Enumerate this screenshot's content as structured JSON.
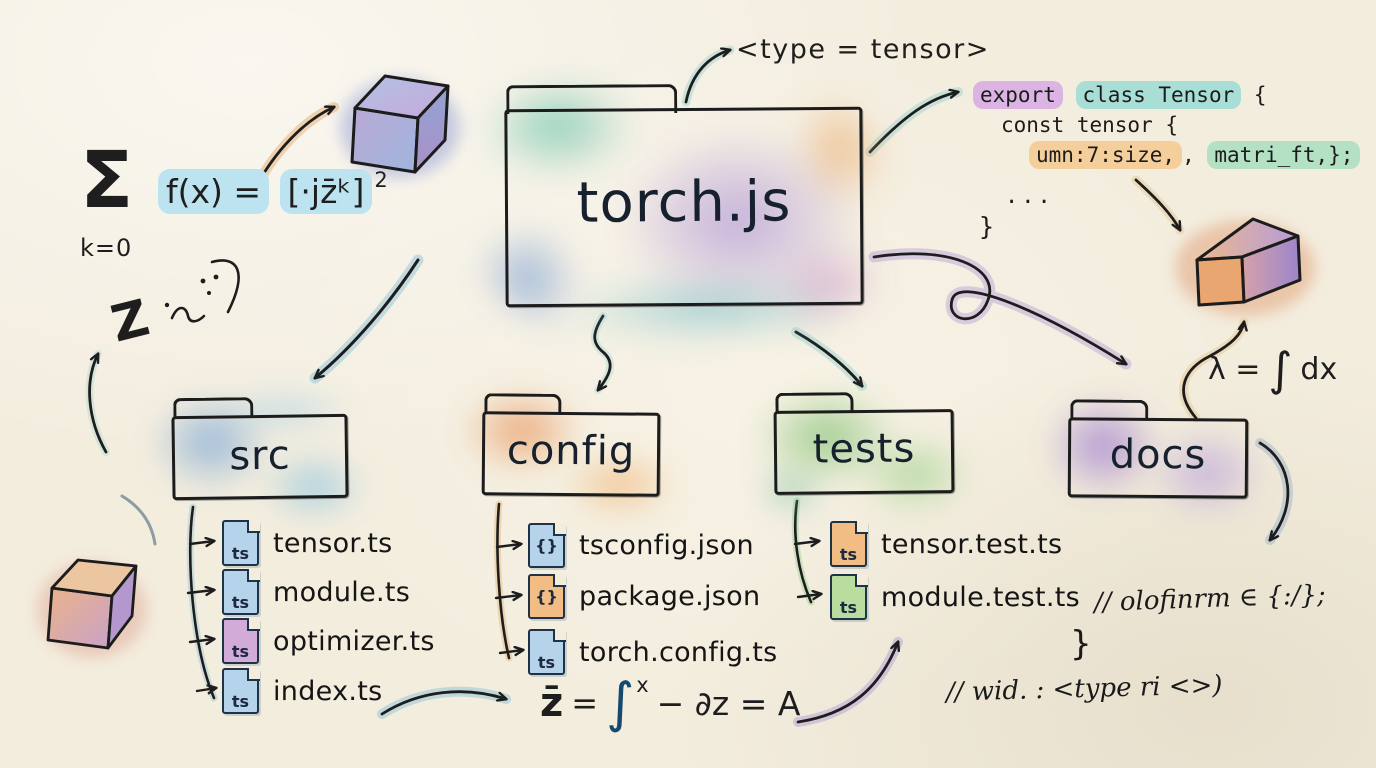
{
  "palette": {
    "paper": "#f3edde",
    "ink": "#1d1d1d",
    "blue": "#a8cbe4",
    "teal": "#8fd0c0",
    "orange": "#eeb277",
    "green": "#9fce8f",
    "purple": "#b9a0d8",
    "highlight_blue": "#bce3ef",
    "highlight_purple": "#dcb4e4",
    "highlight_teal": "#a9ded6",
    "highlight_orange": "#f4cf9c",
    "highlight_green": "#b4e0c4"
  },
  "sum_formula": {
    "sigma": "Σ",
    "lower": "k=0",
    "lhs": "f(x) =",
    "bracket": "[·jz̄ᵏ]",
    "exponent": "2"
  },
  "doodles": {
    "z": "Z"
  },
  "type_label": "<type = tensor>",
  "root_folder": {
    "name": "torch.js"
  },
  "code_snippet": {
    "kw_export": "export",
    "class_tensor": "class Tensor",
    "brace_open": "{",
    "line2": "const tensor {",
    "line3_a": "umn:7:size,",
    "line3_sep": ", ",
    "line3_b": "matri_ft,};",
    "ellipsis": "...",
    "closing_brace": "}"
  },
  "lambda_formula": {
    "lhs": "λ =",
    "integral": "∫",
    "rhs": "dx"
  },
  "zbar_formula": {
    "zbar": "z̄",
    "eq": "=",
    "integral": "∫",
    "sup": "x",
    "rest": "− ∂z = A"
  },
  "folders": [
    {
      "name": "src",
      "color": "#a8cbe4",
      "files": [
        {
          "icon": "ts",
          "label": "tensor.ts",
          "icon_color": "#b5d3ea"
        },
        {
          "icon": "ts",
          "label": "module.ts",
          "icon_color": "#b5d3ea"
        },
        {
          "icon": "ts",
          "label": "optimizer.ts",
          "icon_color": "#d3abd8"
        },
        {
          "icon": "ts",
          "label": "index.ts",
          "icon_color": "#b5d3ea"
        }
      ]
    },
    {
      "name": "config",
      "color": "#eeb277",
      "files": [
        {
          "icon": "{}",
          "label": "tsconfig.json",
          "icon_color": "#b5d3ea"
        },
        {
          "icon": "{}",
          "label": "package.json",
          "icon_color": "#f2bd85"
        },
        {
          "icon": "ts",
          "label": "torch.config.ts",
          "icon_color": "#b5d3ea"
        }
      ]
    },
    {
      "name": "tests",
      "color": "#9fce8f",
      "files": [
        {
          "icon": "ts",
          "label": "tensor.test.ts",
          "icon_color": "#f2bd85"
        },
        {
          "icon": "ts",
          "label": "module.test.ts",
          "icon_color": "#b9dd9e"
        }
      ]
    },
    {
      "name": "docs",
      "color": "#b9a0d8",
      "files": []
    }
  ],
  "annotations": {
    "docs_note": "// olofinrm ∈ {:/};",
    "closing_brace": "}",
    "wid_note": "// wid. : <type ri <>)"
  }
}
